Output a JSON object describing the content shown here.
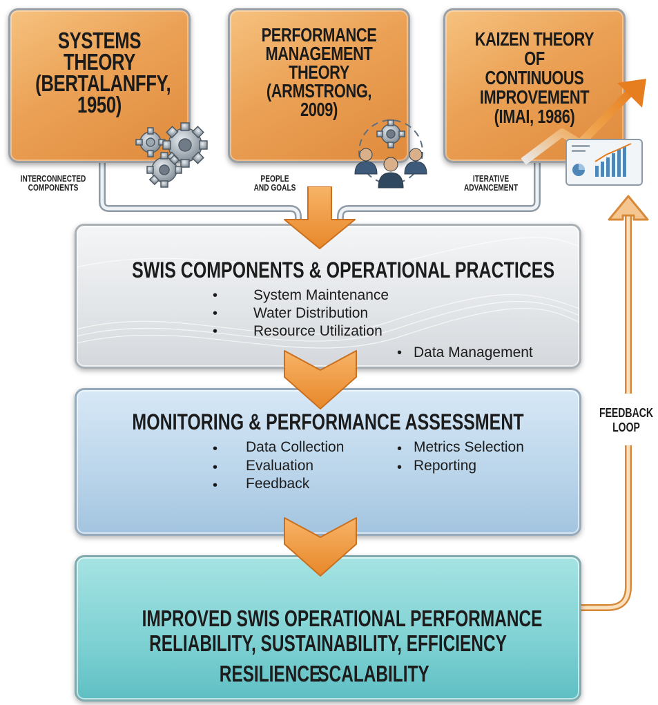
{
  "theories": [
    {
      "title": "SYSTEMS\nTHEORY\n(BERTALANFFY,\n1950)",
      "label": "INTERCONNECTED\nCOMPONENTS",
      "icon": "gears-icon"
    },
    {
      "title": "PERFORMANCE\nMANAGEMENT\nTHEORY\n(ARMSTRONG,\n2009)",
      "label": "PEOPLE\nAND GOALS",
      "icon": "people-goal-icon"
    },
    {
      "title": "KAIZEN THEORY OF\nCONTINUOUS\nIMPROVEMENT\n(IMAI, 1986)",
      "label": "ITERATIVE\nADVANCEMENT",
      "icon": "growth-chart-icon"
    }
  ],
  "stage1": {
    "title": "SWIS COMPONENTS & OPERATIONAL PRACTICES",
    "items": [
      "System Maintenance",
      "Water Distribution",
      "Resource Utilization",
      "Data Management"
    ]
  },
  "stage2": {
    "title": "MONITORING & PERFORMANCE ASSESSMENT",
    "items_left": [
      "Data Collection",
      "Evaluation",
      "Feedback"
    ],
    "items_right": [
      "Metrics Selection",
      "Reporting"
    ]
  },
  "stage3": {
    "line1": "IMPROVED SWIS OPERATIONAL PERFORMANCE",
    "line2": "RELIABILITY, SUSTAINABILITY, EFFICIENCY",
    "line3a": "RESILIENCE",
    "line3b": "SCALABILITY"
  },
  "feedback_label": "FEEDBACK\nLOOP",
  "colors": {
    "theory_orange": "#eba155",
    "arrow_orange": "#ef9a3c",
    "stage1_gray": "#e2e5e8",
    "stage2_blue": "#b9d4ea",
    "stage3_teal": "#7ed1d3"
  }
}
